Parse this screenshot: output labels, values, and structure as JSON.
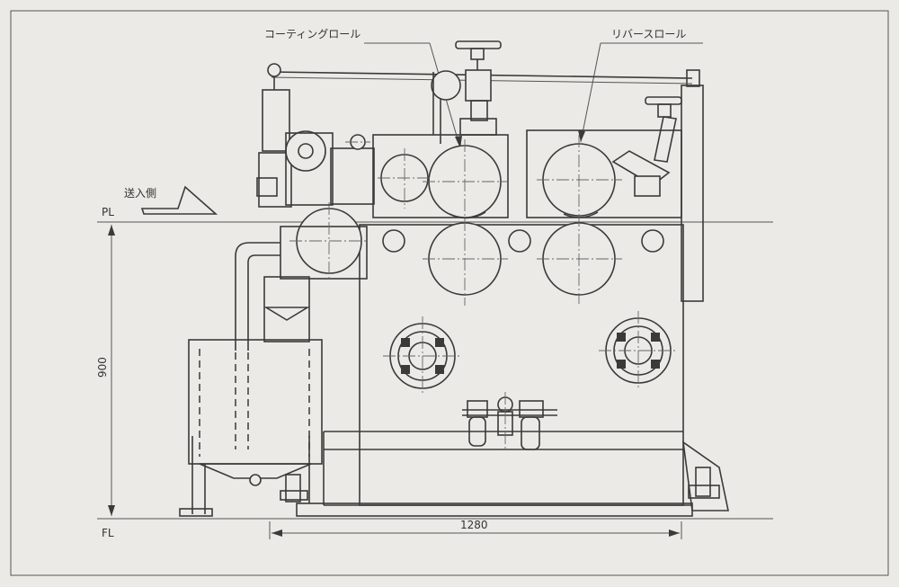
{
  "labels": {
    "coating_roll": "コーティングロール",
    "reverse_roll": "リバースロール",
    "feed_side": "送入側",
    "pl": "PL",
    "fl": "FL",
    "height_dim": "900",
    "width_dim": "1280"
  }
}
